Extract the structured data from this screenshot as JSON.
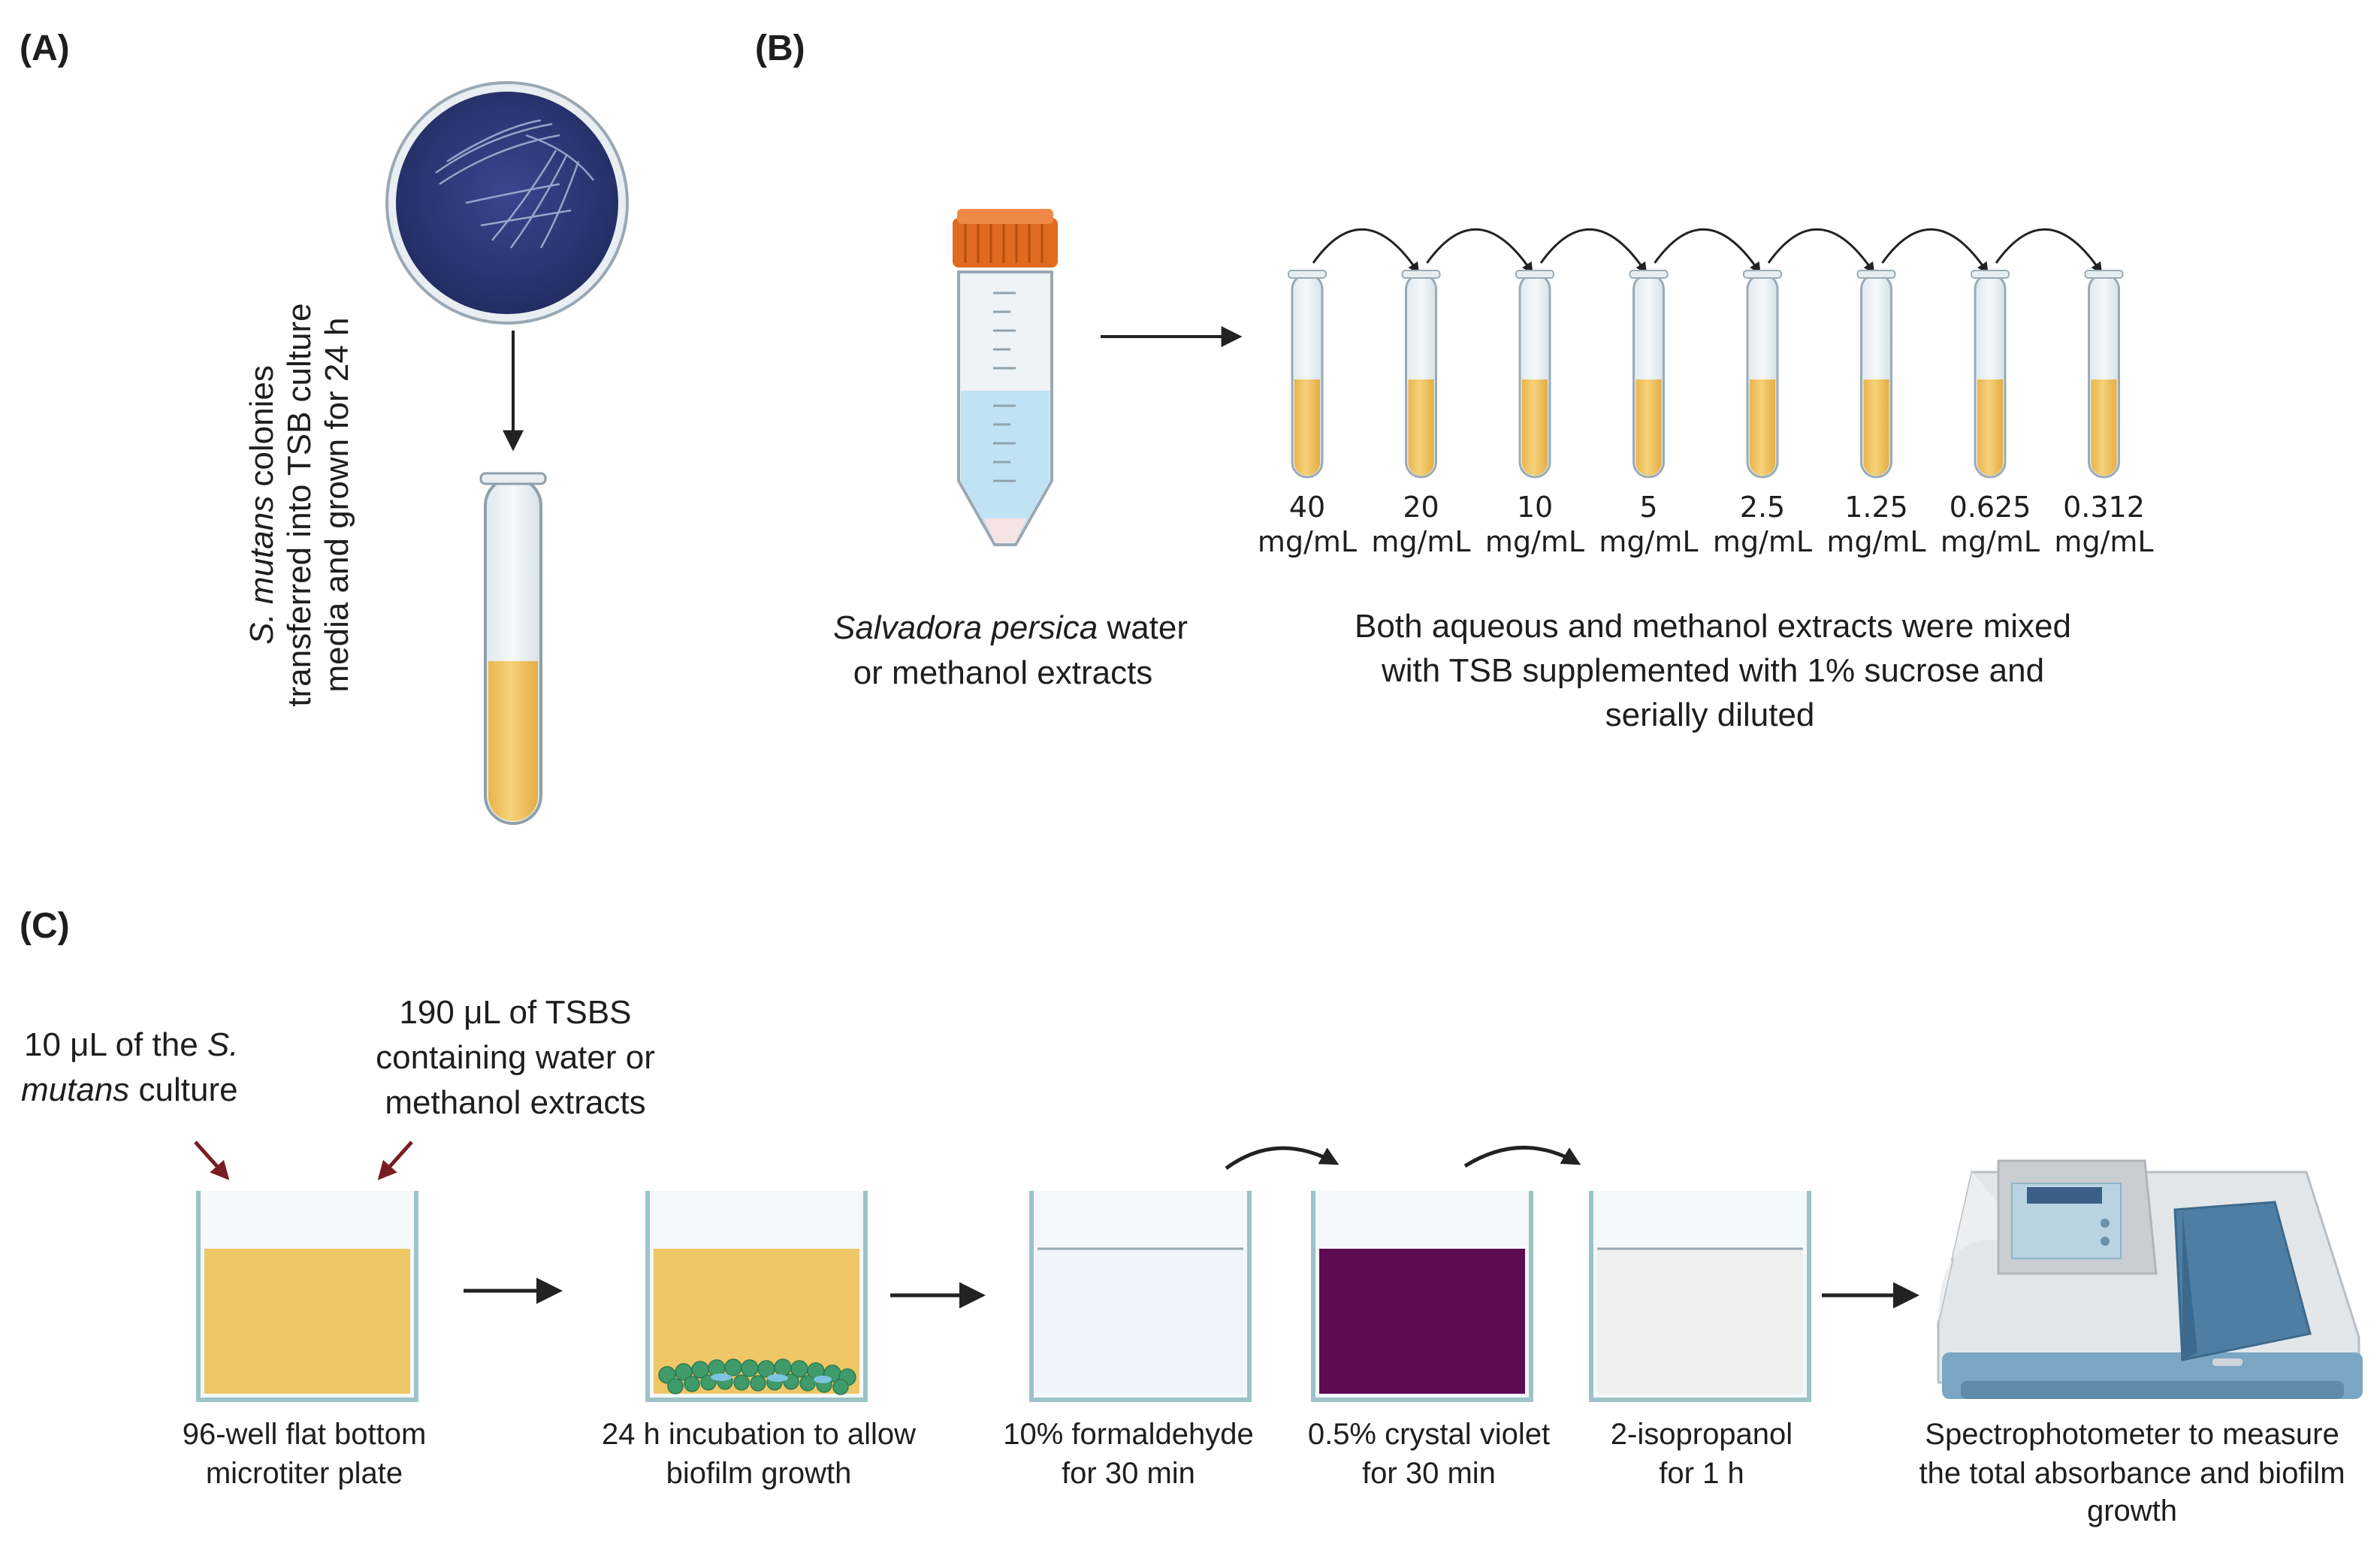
{
  "panels": {
    "a": "(A)",
    "b": "(B)",
    "c": "(C)"
  },
  "panel_a": {
    "line1_italic": "S. mutans",
    "line1_rest": " colonies",
    "line2": "transferred  into TSB culture",
    "line3": "media and grown for 24 h"
  },
  "panel_b": {
    "extract_line1_italic": "Salvadora persica",
    "extract_line1_rest": " water",
    "extract_line2": "or methanol extracts",
    "desc_lines": [
      "Both aqueous and methanol extracts were mixed",
      "with TSB supplemented with 1% sucrose and",
      "serially diluted"
    ],
    "concentrations": [
      "40",
      "20",
      "10",
      "5",
      "2.5",
      "1.25",
      "0.625",
      "0.312"
    ],
    "unit": "mg/mL"
  },
  "panel_c": {
    "culture_line1": "10 μL of the ",
    "culture_line1_italic": "S.",
    "culture_line2_italic": "mutans",
    "culture_line2_rest": " culture",
    "tsbs_lines": [
      "190  μL of TSBS",
      "containing water or",
      "methanol extracts"
    ],
    "steps": [
      {
        "lines": [
          "96-well flat bottom",
          "microtiter plate"
        ]
      },
      {
        "lines": [
          "24 h incubation to allow",
          "biofilm growth"
        ]
      },
      {
        "lines": [
          "10% formaldehyde",
          "for 30 min"
        ]
      },
      {
        "lines": [
          "0.5% crystal violet",
          "for 30 min"
        ]
      },
      {
        "lines": [
          "2-isopropanol",
          "for 1 h"
        ]
      },
      {
        "lines": [
          "Spectrophotometer to measure",
          "the total absorbance and biofilm",
          "growth"
        ]
      }
    ]
  },
  "colors": {
    "medium_yellow": "#f2c766",
    "crystal_violet": "#5e0b52",
    "petri_blue": "#2f3b7a",
    "cap_orange": "#e06a1f",
    "extract_blue": "#bfe3f5",
    "biofilm_green": "#3f9c6a",
    "arrow_dark_red": "#7a1c24"
  }
}
